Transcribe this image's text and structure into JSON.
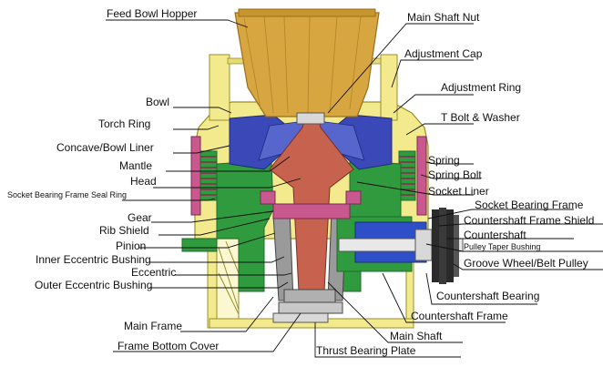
{
  "colors": {
    "hopper": "#d8a640",
    "hopper_dark": "#9a6e1c",
    "frame_yellow": "#f2ea8c",
    "frame_green": "#2f9a3e",
    "green_dark": "#1f6e2c",
    "liner_blue": "#3b49b8",
    "shaft_red": "#c7624e",
    "spring_pink": "#c9588e",
    "countershaft_blue": "#2f4fc8",
    "pulley_dark": "#2b2b2b",
    "steel_grey": "#9a9a9a",
    "leader_line": "#111111"
  },
  "labels": {
    "feed_bowl_hopper": "Feed Bowl Hopper",
    "main_shaft_nut": "Main Shaft Nut",
    "adjustment_cap": "Adjustment Cap",
    "adjustment_ring": "Adjustment Ring",
    "bowl": "Bowl",
    "t_bolt_washer": "T Bolt & Washer",
    "torch_ring": "Torch Ring",
    "concave_bowl_liner": "Concave/Bowl Liner",
    "spring": "Spring",
    "mantle": "Mantle",
    "spring_bolt": "Spring Bolt",
    "head": "Head",
    "socket_liner": "Socket Liner",
    "socket_bearing_frame_seal_ring": "Socket Bearing Frame Seal Ring",
    "socket_bearing_frame": "Socket Bearing Frame",
    "gear": "Gear",
    "countershaft_frame_shield": "Countershaft Frame Shield",
    "rib_shield": "Rib Shield",
    "countershaft": "Countershaft",
    "pinion": "Pinion",
    "pulley_taper_bushing": "Pulley Taper Bushing",
    "inner_eccentric_bushing": "Inner Eccentric Bushing",
    "groove_wheel_belt_pulley": "Groove Wheel/Belt Pulley",
    "eccentric": "Eccentric",
    "outer_eccentric_bushing": "Outer Eccentric Bushing",
    "countershaft_bearing": "Countershaft Bearing",
    "countershaft_frame": "Countershaft Frame",
    "main_frame": "Main Frame",
    "main_shaft": "Main Shaft",
    "frame_bottom_cover": "Frame Bottom Cover",
    "thrust_bearing_plate": "Thrust Bearing Plate"
  }
}
